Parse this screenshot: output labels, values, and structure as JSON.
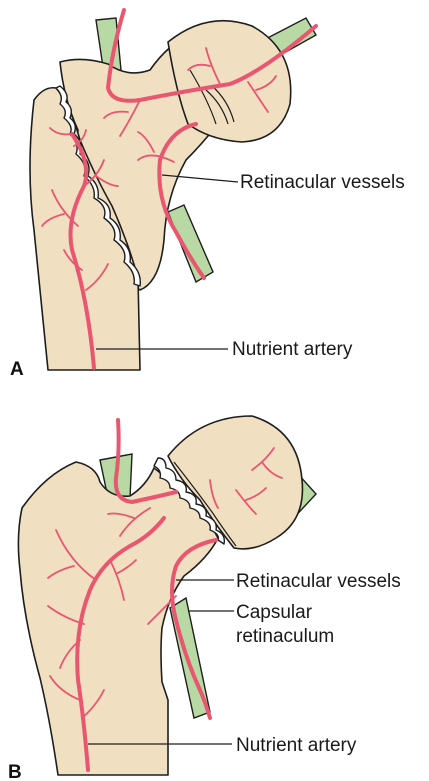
{
  "panels": [
    {
      "id": "A",
      "letter": "A",
      "labels": {
        "retinacular": "Retinacular vessels",
        "nutrient": "Nutrient artery"
      }
    },
    {
      "id": "B",
      "letter": "B",
      "labels": {
        "retinacular": "Retinacular vessels",
        "capsular_line1": "Capsular",
        "capsular_line2": "retinaculum",
        "nutrient": "Nutrient artery"
      }
    }
  ],
  "colors": {
    "bone": "#f1dfc1",
    "capsule": "#b9d9a4",
    "vessel": "#e8566f",
    "outline": "#1e1e1e"
  }
}
